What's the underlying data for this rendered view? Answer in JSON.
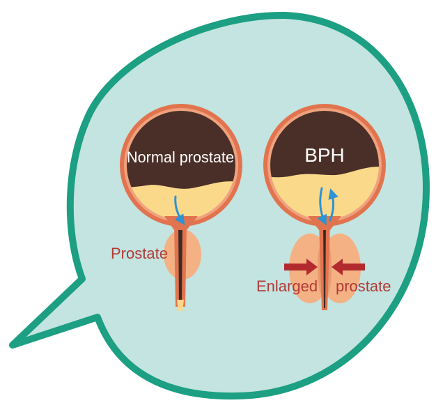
{
  "normal": {
    "title": "Normal prostate",
    "prostate_label": "Prostate"
  },
  "bph": {
    "title": "BPH",
    "enlarged_label": "Enlarged",
    "prostate_label": "prostate"
  },
  "colors": {
    "bubble_fill": "#c3e4e0",
    "bubble_border": "#1c9f82",
    "bladder_wall": "#e1744f",
    "bladder_inner_wall": "#f0a27e",
    "bladder_dark": "#4a2f28",
    "urine": "#fbd98a",
    "prostate": "#f3b184",
    "prostate_dark": "#e99a70",
    "label_text": "#b23a37",
    "arrow_red": "#b32a2e",
    "flow_blue": "#2d93d3",
    "urethra": "#3c2a24"
  },
  "icons": {
    "normal_flow": "down-arrow-icon",
    "bph_flow": "up-down-arrow-icon",
    "compression": "inward-arrow-icon"
  }
}
